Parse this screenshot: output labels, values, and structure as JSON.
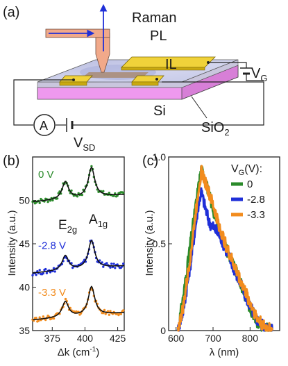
{
  "panel_a": {
    "label": "(a)",
    "raman_label": "Raman",
    "pl_label": "PL",
    "il_label": "IL",
    "si_label": "Si",
    "sio2_label": "SiO",
    "sio2_sub": "2",
    "ammeter_label": "A",
    "vg_label": "V",
    "vg_sub": "G",
    "vsd_label": "V",
    "vsd_sub": "SD",
    "colors": {
      "substrate_top": "#c7cbe8",
      "si_layer": "#ee99ee",
      "electrode": "#f0d23a",
      "beam": "#f1a98a",
      "arrow": "#1f2fd8"
    }
  },
  "panel_b": {
    "label": "(b)",
    "chart_data": {
      "type": "line",
      "xlabel": "Δk (cm",
      "xlabel_sup": "-1",
      "xlabel_end": ")",
      "ylabel": "Intensity (a.u.)",
      "xlim": [
        360,
        430
      ],
      "ylim": [
        35,
        55
      ],
      "xticks": [
        "375",
        "400",
        "425"
      ],
      "yticks": [
        "35",
        "40",
        "45",
        "50"
      ],
      "peak_labels": {
        "e2g": "E",
        "e2g_sub": "2g",
        "a1g": "A",
        "a1g_sub": "1g"
      },
      "series": [
        {
          "name": "0 V",
          "color": "#2a8a2a",
          "offset": 49.8,
          "h1": 2.0,
          "h2": 3.4
        },
        {
          "name": "-2.8 V",
          "color": "#1f2fd8",
          "offset": 41.6,
          "h1": 1.7,
          "h2": 3.2
        },
        {
          "name": "-3.3 V",
          "color": "#f28c1e",
          "offset": 36.2,
          "h1": 1.8,
          "h2": 3.3
        }
      ],
      "peaks": {
        "e2g_center": 385,
        "a1g_center": 405
      }
    }
  },
  "panel_c": {
    "label": "(c)",
    "chart_data": {
      "type": "line",
      "xlabel": "λ (nm)",
      "ylabel": "Intensity (a.u.)",
      "xlim": [
        580,
        880
      ],
      "ylim": [
        0,
        1.0
      ],
      "xticks": [
        "600",
        "700",
        "800"
      ],
      "yticks": [
        "0",
        "0.5",
        "1.0"
      ],
      "legend_title": "V",
      "legend_title_sub": "G",
      "legend_title_end": "(V):",
      "legend_position": "top-right",
      "series": [
        {
          "name": "0",
          "color": "#2a8a2a",
          "x": [
            605,
            620,
            640,
            660,
            668,
            680,
            700,
            720,
            740,
            760,
            780,
            800,
            820,
            840,
            860
          ],
          "y": [
            0.0,
            0.2,
            0.52,
            0.82,
            0.93,
            0.86,
            0.7,
            0.56,
            0.45,
            0.35,
            0.24,
            0.13,
            0.05,
            0.01,
            0.0
          ]
        },
        {
          "name": "-2.8",
          "color": "#1f2fd8",
          "x": [
            605,
            620,
            640,
            660,
            668,
            680,
            690,
            700,
            720,
            740,
            760,
            780,
            800,
            820,
            840,
            860
          ],
          "y": [
            0.0,
            0.12,
            0.4,
            0.72,
            0.8,
            0.7,
            0.62,
            0.6,
            0.54,
            0.44,
            0.34,
            0.24,
            0.14,
            0.06,
            0.02,
            0.0
          ]
        },
        {
          "name": "-3.3",
          "color": "#f28c1e",
          "x": [
            605,
            620,
            640,
            660,
            668,
            680,
            700,
            720,
            740,
            760,
            780,
            800,
            820,
            840,
            860
          ],
          "y": [
            0.0,
            0.14,
            0.45,
            0.8,
            0.92,
            0.85,
            0.72,
            0.58,
            0.46,
            0.36,
            0.26,
            0.16,
            0.07,
            0.02,
            0.0
          ]
        }
      ]
    }
  }
}
